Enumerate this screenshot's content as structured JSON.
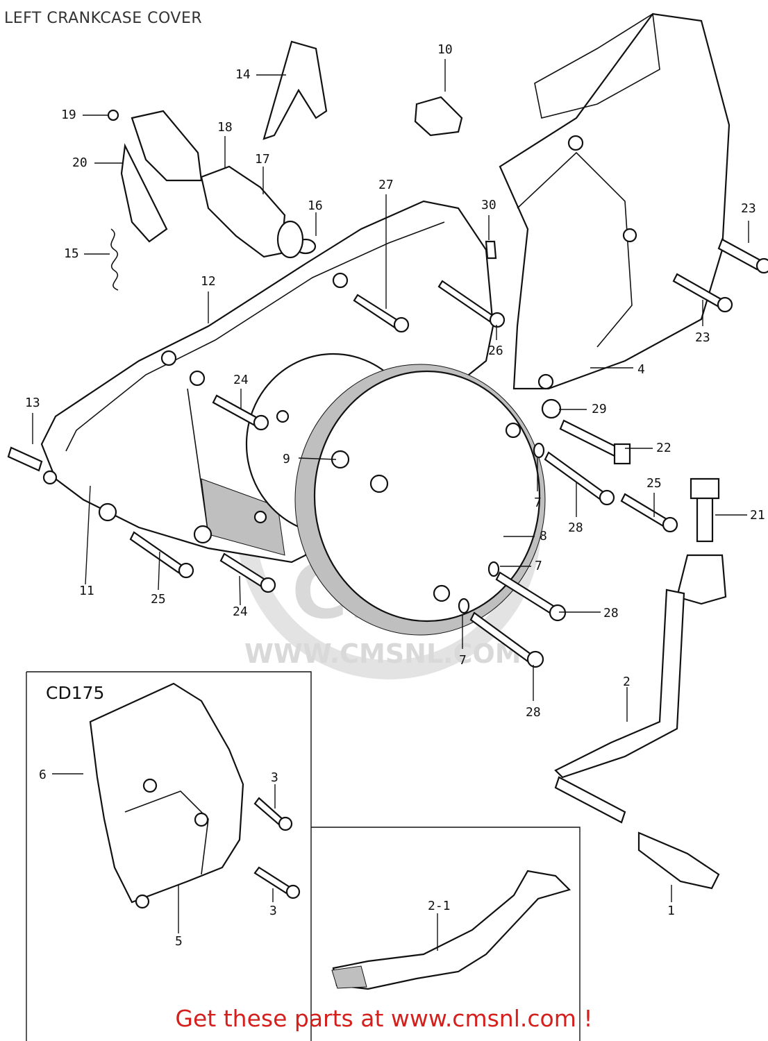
{
  "title": "LEFT CRANKCASE COVER",
  "watermark": {
    "brand": "CMS",
    "site": "WWW.CMSNL.COM"
  },
  "inset_label": "CD175",
  "footer": "Get these parts at www.cmsnl.com !",
  "callouts": [
    "1",
    "2",
    "2-1",
    "3",
    "4",
    "5",
    "6",
    "7",
    "8",
    "9",
    "10",
    "11",
    "12",
    "13",
    "14",
    "15",
    "16",
    "17",
    "18",
    "19",
    "20",
    "21",
    "22",
    "23",
    "24",
    "25",
    "26",
    "27",
    "28",
    "29",
    "30"
  ],
  "colors": {
    "footer": "#d4201d",
    "title": "#333333",
    "lines": "#111111",
    "watermark": "#d9d9d9"
  }
}
